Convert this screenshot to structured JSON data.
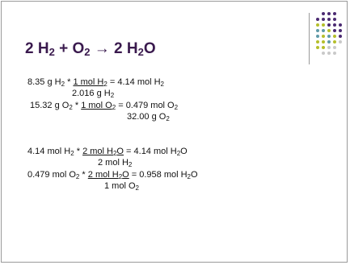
{
  "colors": {
    "title": "#3a1a4e",
    "dot_purple": "#4b2a72",
    "dot_yellowgreen": "#b5bf2a",
    "dot_teal": "#5f9aa8",
    "dot_gray": "#c9c9c9"
  },
  "title": {
    "t1": "2 H",
    "t2": "2",
    "t3": " + O",
    "t4": "2",
    "t5": " → 2 H",
    "t6": "2",
    "t7": "O"
  },
  "calc1": {
    "line1": {
      "a": "8.35 g H",
      "b": "2",
      "c": " * ",
      "d": "1 mol H",
      "e": "2",
      "f": " = 4.14 mol H",
      "g": "2"
    },
    "line2": {
      "a": "2.016 g H",
      "b": "2"
    },
    "line3": {
      "a": "15.32 g O",
      "b": "2",
      "c": " * ",
      "d": "1 mol O",
      "e": "2",
      "f": " = 0.479 mol O",
      "g": "2"
    },
    "line4": {
      "a": "32.00 g O",
      "b": "2"
    }
  },
  "calc2": {
    "line1": {
      "a": "4.14 mol H",
      "b": "2",
      "c": " * ",
      "d": "2 mol H",
      "e": "2",
      "f": "O",
      "g": " = 4.14 mol H",
      "h": "2",
      "i": "O"
    },
    "line2": {
      "a": "2 mol H",
      "b": "2"
    },
    "line3": {
      "a": "0.479 mol O",
      "b": "2",
      "c": " * ",
      "d": "2 mol H",
      "e": "2",
      "f": "O",
      "g": " = 0.958 mol H",
      "h": "2",
      "i": "O"
    },
    "line4": {
      "a": "1 mol O",
      "b": "2"
    }
  }
}
